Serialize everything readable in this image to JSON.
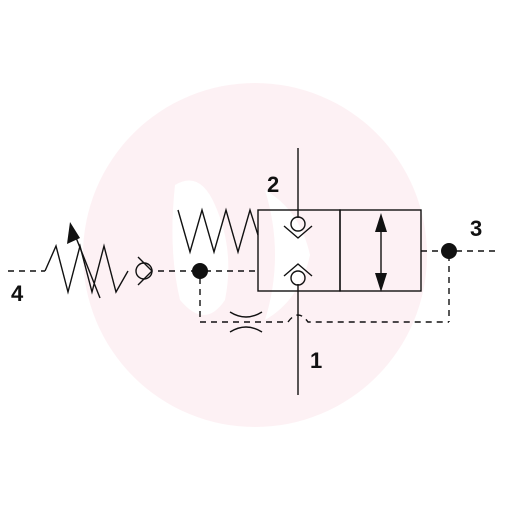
{
  "diagram": {
    "ports": {
      "p1": "1",
      "p2": "2",
      "p3": "3",
      "p4": "4"
    },
    "colors": {
      "line": "#111111",
      "watermark": "#fbe9ee"
    }
  }
}
